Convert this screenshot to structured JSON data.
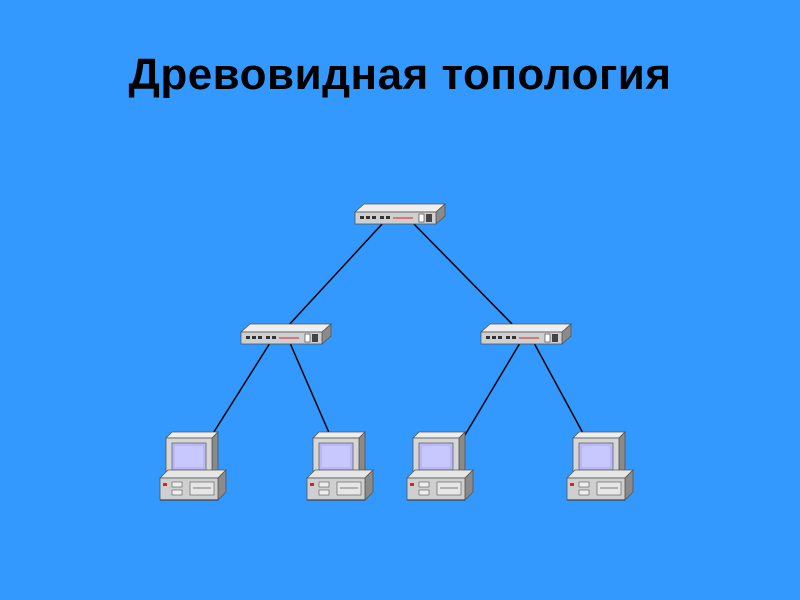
{
  "slide": {
    "title": "Древовидная топология"
  },
  "diagram": {
    "type": "tree-topology",
    "nodes": [
      {
        "id": "hub-root",
        "kind": "hub",
        "icon": "network-hub-icon"
      },
      {
        "id": "hub-left",
        "kind": "hub",
        "icon": "network-hub-icon"
      },
      {
        "id": "hub-right",
        "kind": "hub",
        "icon": "network-hub-icon"
      },
      {
        "id": "pc-1",
        "kind": "computer",
        "icon": "desktop-computer-icon"
      },
      {
        "id": "pc-2",
        "kind": "computer",
        "icon": "desktop-computer-icon"
      },
      {
        "id": "pc-3",
        "kind": "computer",
        "icon": "desktop-computer-icon"
      },
      {
        "id": "pc-4",
        "kind": "computer",
        "icon": "desktop-computer-icon"
      }
    ],
    "edges": [
      [
        "hub-root",
        "hub-left"
      ],
      [
        "hub-root",
        "hub-right"
      ],
      [
        "hub-left",
        "pc-1"
      ],
      [
        "hub-left",
        "pc-2"
      ],
      [
        "hub-right",
        "pc-3"
      ],
      [
        "hub-right",
        "pc-4"
      ]
    ]
  },
  "colors": {
    "background": "#3399ff",
    "text": "#000000",
    "device_light": "#d9d9d9",
    "device_mid": "#a6a6a6",
    "device_dark": "#6e6e6e",
    "screen": "#b8b8f8",
    "indicator_red": "#e02020"
  }
}
